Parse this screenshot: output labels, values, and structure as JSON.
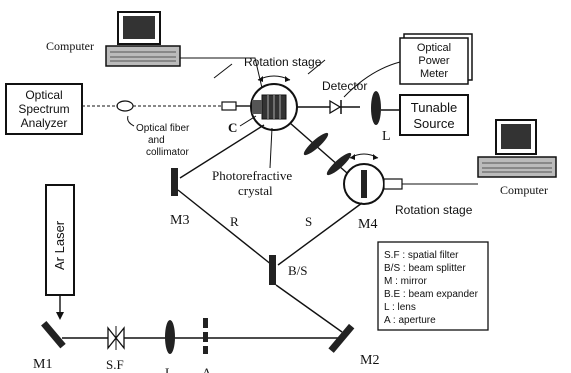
{
  "labels": {
    "computer_left": "Computer",
    "computer_right": "Computer",
    "rotation_stage_top": "Rotation stage",
    "rotation_stage_right": "Rotation stage",
    "optical_power_meter": [
      "Optical",
      "Power",
      "Meter"
    ],
    "detector": "Detector",
    "tunable_source": [
      "Tunable",
      "Source"
    ],
    "optical_spectrum_analyzer": [
      "Optical",
      "Spectrum",
      "Analyzer"
    ],
    "optical_fiber": [
      "Optical fiber",
      "and",
      "collimator"
    ],
    "photorefractive_crystal": [
      "Photorefractive",
      "crystal"
    ],
    "c": "C",
    "l_lens": "L",
    "m3": "M3",
    "m4": "M4",
    "m1": "M1",
    "m2": "M2",
    "r_beam": "R",
    "s_beam": "S",
    "bs": "B/S",
    "ar_laser": "Ar Laser",
    "sf": "S.F",
    "l_bottom": "L",
    "a_bottom": "A"
  },
  "legend": [
    "S.F : spatial filter",
    "B/S : beam splitter",
    "M : mirror",
    "B.E : beam expander",
    "L : lens",
    "A : aperture"
  ],
  "colors": {
    "ink": "#111111",
    "background": "#ffffff"
  }
}
